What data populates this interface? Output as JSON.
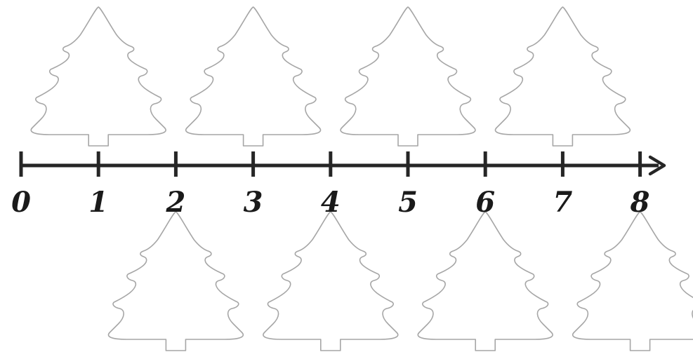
{
  "number_line": {
    "start": 0,
    "end": 8,
    "step": 1,
    "has_arrow": true,
    "tick_labels": [
      "0",
      "1",
      "2",
      "3",
      "4",
      "5",
      "6",
      "7",
      "8"
    ]
  },
  "trees": {
    "top_row_positions": [
      1,
      3,
      5,
      7
    ],
    "bottom_row_positions": [
      2,
      4,
      6,
      8
    ],
    "icon": "christmas-tree-outline-icon",
    "outline_color": "#a6a6a6"
  },
  "colors": {
    "line": "#262626",
    "labels": "#1a1a1a"
  }
}
